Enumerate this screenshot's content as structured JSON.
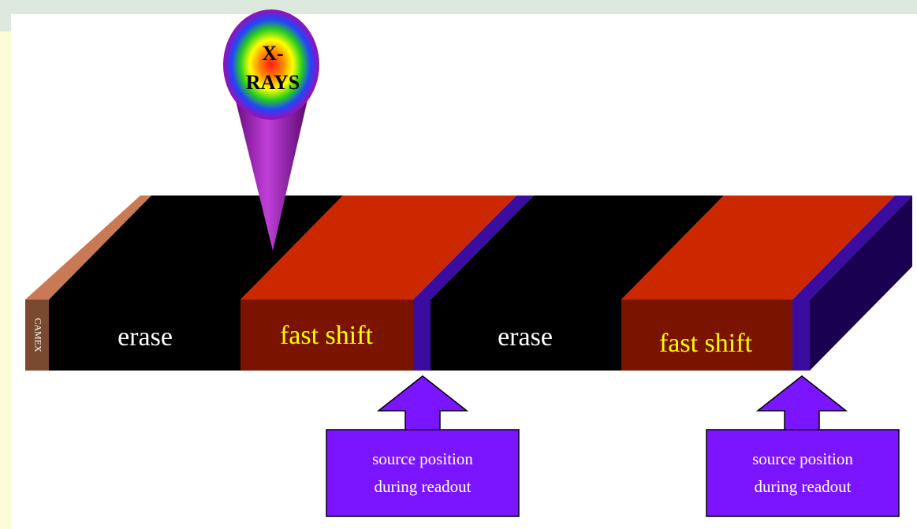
{
  "beam": {
    "label_line1": "X-",
    "label_line2": "RAYS"
  },
  "strip": {
    "edge_label": "CAMEX",
    "segments": [
      {
        "label": "erase",
        "label_color": "#ffffff"
      },
      {
        "label": "fast shift",
        "label_color": "#ffff00"
      },
      {
        "label": "erase",
        "label_color": "#ffffff"
      },
      {
        "label": "fast shift",
        "label_color": "#ffff00"
      }
    ]
  },
  "callouts": [
    {
      "line1": "source position",
      "line2": "during readout"
    },
    {
      "line1": "source position",
      "line2": "during readout"
    }
  ],
  "colors": {
    "erase_front": "#000000",
    "shift_top": "#cc2800",
    "shift_front": "#7a1400",
    "gap_blue": "#3a0ca0",
    "callout_fill": "#7b14ff",
    "camex_front": "#7a4a30",
    "camex_top": "#c97a55"
  }
}
